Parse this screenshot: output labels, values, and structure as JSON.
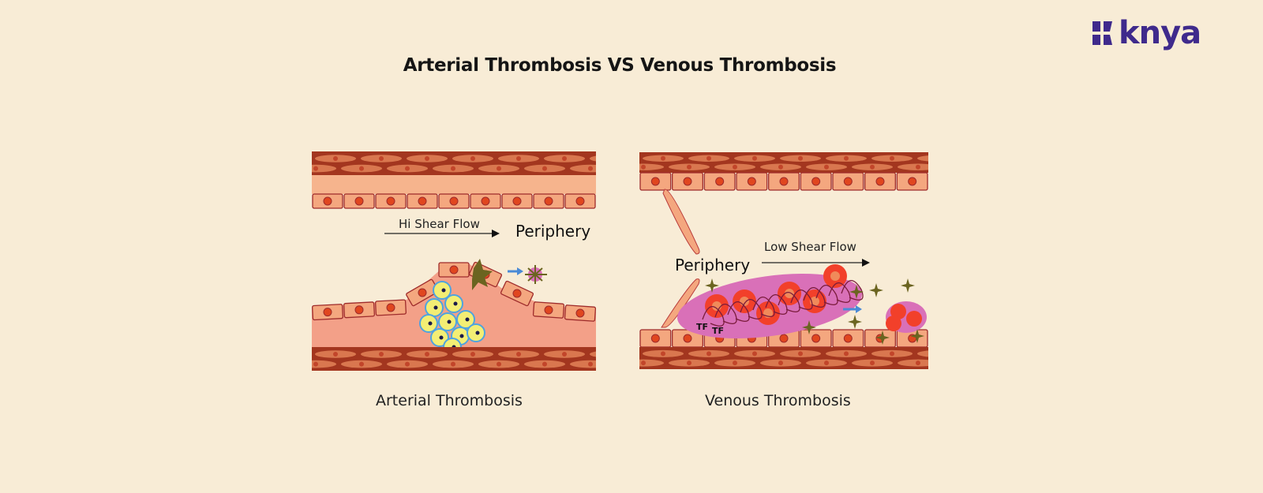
{
  "title": "Arterial Thrombosis VS Venous Thrombosis",
  "logo": {
    "text": "knya",
    "color": "#3f2a8c"
  },
  "arterial": {
    "caption": "Arterial Thrombosis",
    "flow_label": "Hi Shear Flow",
    "periphery_label": "Periphery"
  },
  "venous": {
    "caption": "Venous Thrombosis",
    "flow_label": "Low Shear Flow",
    "periphery_label": "Periphery",
    "tf_labels": [
      "TF",
      "TF"
    ]
  },
  "colors": {
    "background": "#f8ecd6",
    "muscle": "#a3361f",
    "endothelium": "#f4a77f",
    "nucleus": "#e0461f",
    "platelet": "#f3ee74",
    "clot": "#d970b8",
    "rbc": "#f2402a",
    "arrow_blue": "#4a8ad6"
  }
}
